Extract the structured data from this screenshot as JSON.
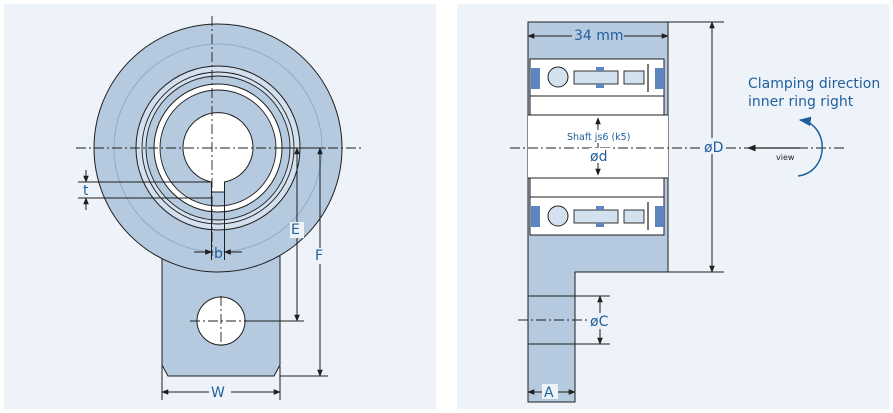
{
  "left_view": {
    "labels": {
      "t": "t",
      "b": "b",
      "e": "E",
      "f": "F",
      "w": "W"
    }
  },
  "right_view": {
    "labels": {
      "width": "34 mm",
      "shaft": "Shaft js6 (k5)",
      "bore": "ød",
      "outer": "øD",
      "hole": "øC",
      "a": "A",
      "view": "view"
    },
    "clamping": {
      "line1": "Clamping direction",
      "line2": "inner ring right"
    }
  },
  "colors": {
    "fill": "#b6cadf",
    "fill_light": "#d3e0ee",
    "panel": "#eef3f9",
    "outline": "#1f1f1f",
    "accent": "#1f5f9d",
    "bearing_band": "#5d86c1"
  }
}
